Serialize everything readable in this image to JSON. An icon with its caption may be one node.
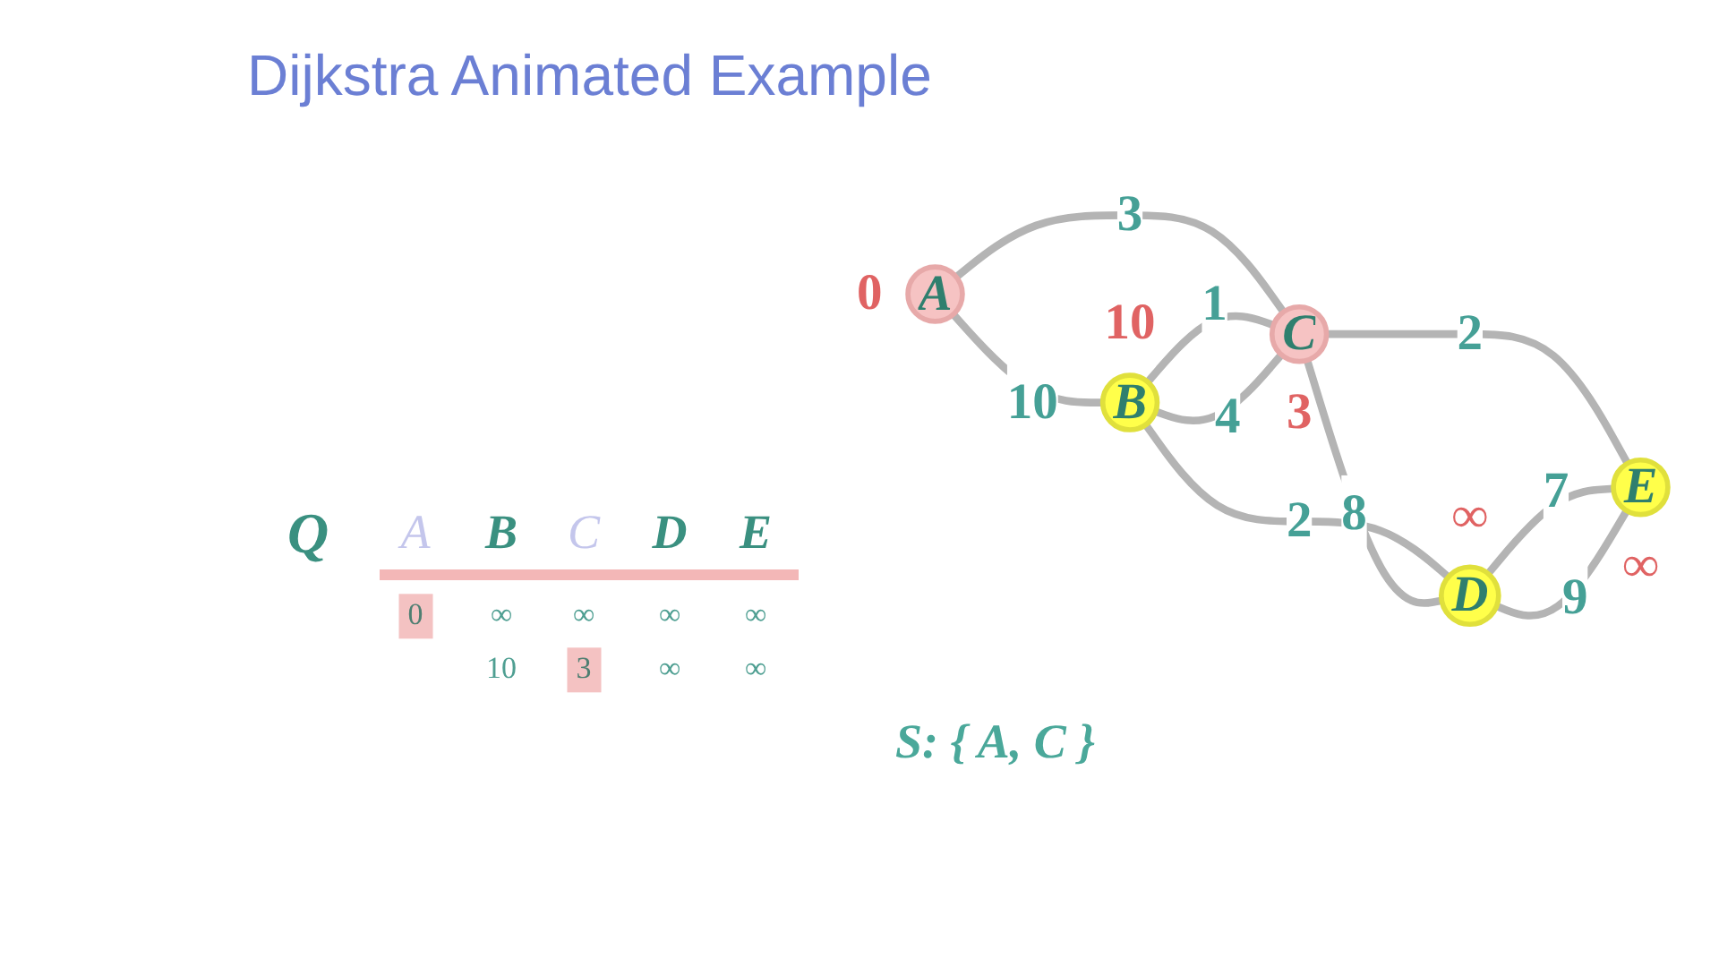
{
  "diagram": {
    "title": "Dijkstra Animated Example",
    "nodes": [
      {
        "text": [
          "A"
        ],
        "beside": [
          "0"
        ]
      },
      {
        "text": [
          "B"
        ],
        "beside": [
          "10"
        ]
      },
      {
        "text": [
          "C"
        ],
        "beside": [
          "3"
        ]
      },
      {
        "text": [
          "D"
        ],
        "beside": [
          "∞"
        ]
      },
      {
        "text": [
          "E"
        ],
        "beside": [
          "∞"
        ]
      }
    ],
    "edges": [
      {
        "from": 0,
        "to": 1,
        "arrow": "none",
        "label": "10"
      },
      {
        "from": 0,
        "to": 2,
        "arrow": "none",
        "label": "3"
      },
      {
        "from": 1,
        "to": 2,
        "arrow": "none",
        "label": "1"
      },
      {
        "from": 1,
        "to": 2,
        "arrow": "none",
        "label": "4"
      },
      {
        "from": 1,
        "to": 3,
        "arrow": "none",
        "label": "2"
      },
      {
        "from": 2,
        "to": 3,
        "arrow": "none",
        "label": "8"
      },
      {
        "from": 2,
        "to": 4,
        "arrow": "none",
        "label": "2"
      },
      {
        "from": 3,
        "to": 4,
        "arrow": "none",
        "label": "7"
      },
      {
        "from": 3,
        "to": 4,
        "arrow": "none",
        "label": "9"
      }
    ],
    "labels": [
      "Q",
      "A",
      "B",
      "C",
      "D",
      "E",
      "0",
      "∞",
      "∞",
      "∞",
      "∞",
      "10",
      "3",
      "∞",
      "∞",
      "S: { A, C }"
    ]
  }
}
